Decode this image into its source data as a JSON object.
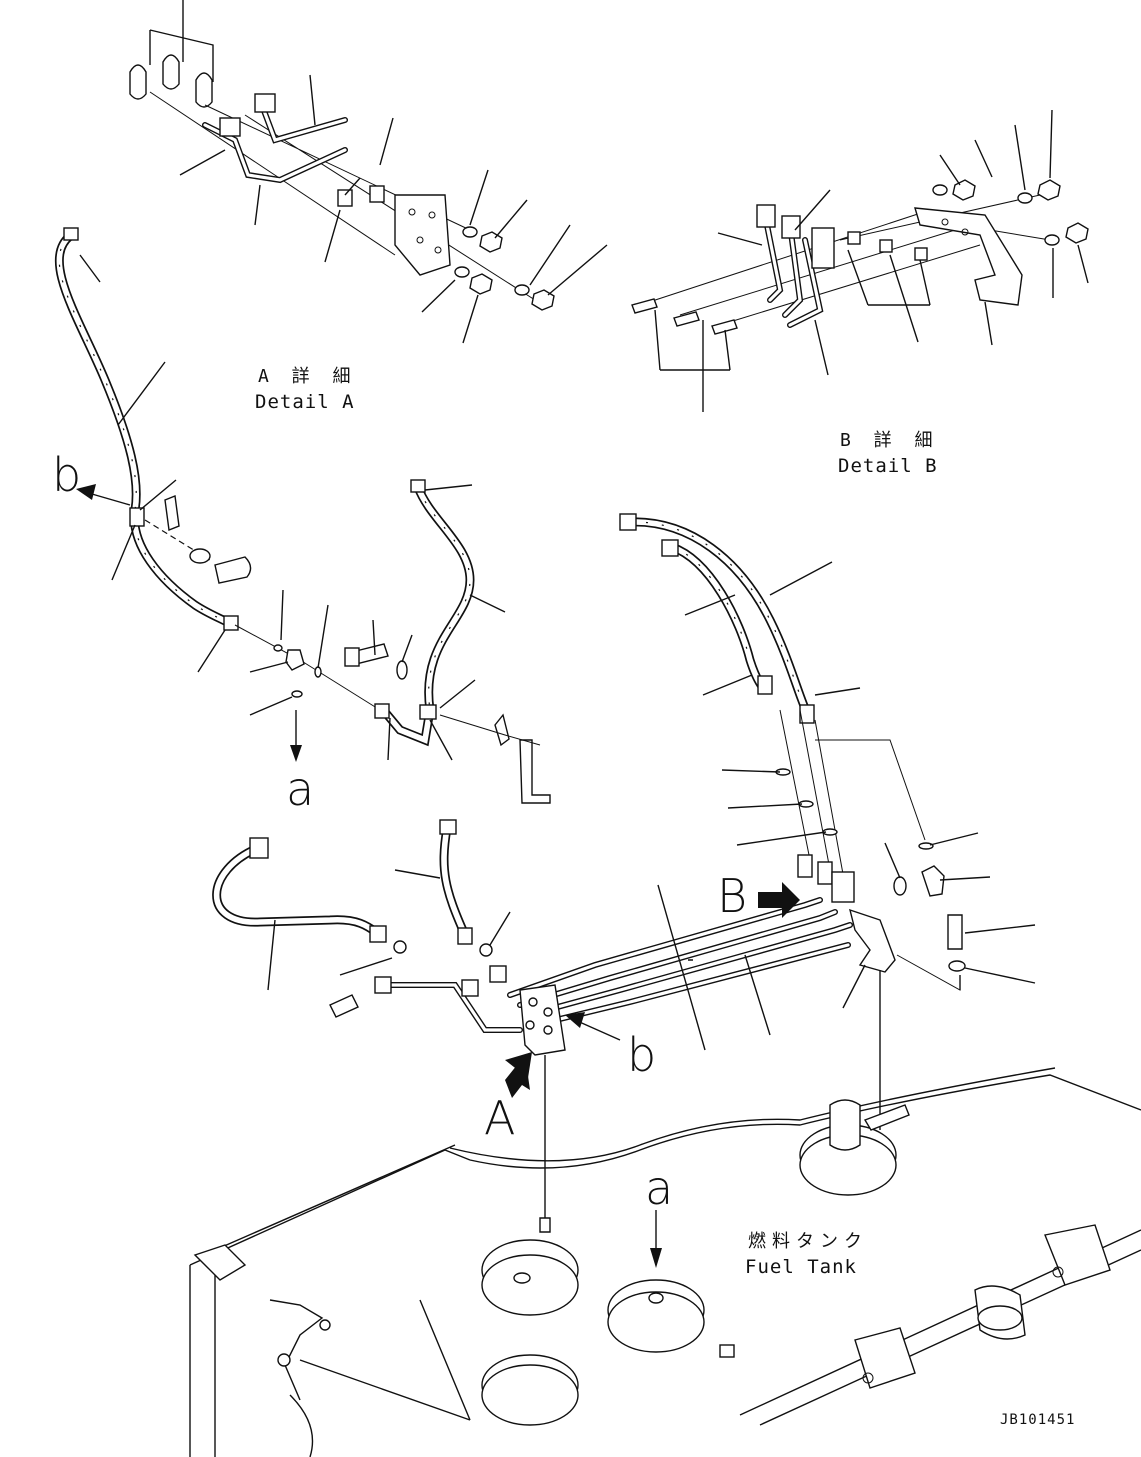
{
  "labels": {
    "detail_a_jp": "A 詳 細",
    "detail_a_en": "Detail A",
    "detail_b_jp": "B 詳 細",
    "detail_b_en": "Detail B",
    "callout_b_lower": "b",
    "callout_a_lower": "a",
    "callout_a_upper": "A",
    "callout_b_upper": "B",
    "fuel_tank_jp": "燃料タンク",
    "fuel_tank_en": "Fuel Tank",
    "drawing_ref": "JB101451"
  }
}
